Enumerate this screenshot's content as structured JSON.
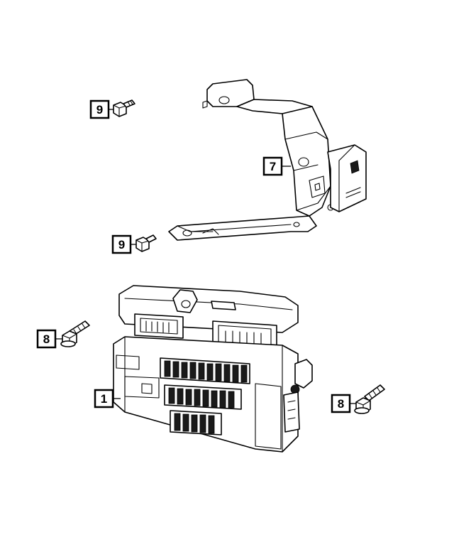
{
  "callouts": [
    {
      "id": "c9a",
      "label": "9"
    },
    {
      "id": "c7",
      "label": "7"
    },
    {
      "id": "c9b",
      "label": "9"
    },
    {
      "id": "c8a",
      "label": "8"
    },
    {
      "id": "c1",
      "label": "1"
    },
    {
      "id": "c8b",
      "label": "8"
    }
  ]
}
